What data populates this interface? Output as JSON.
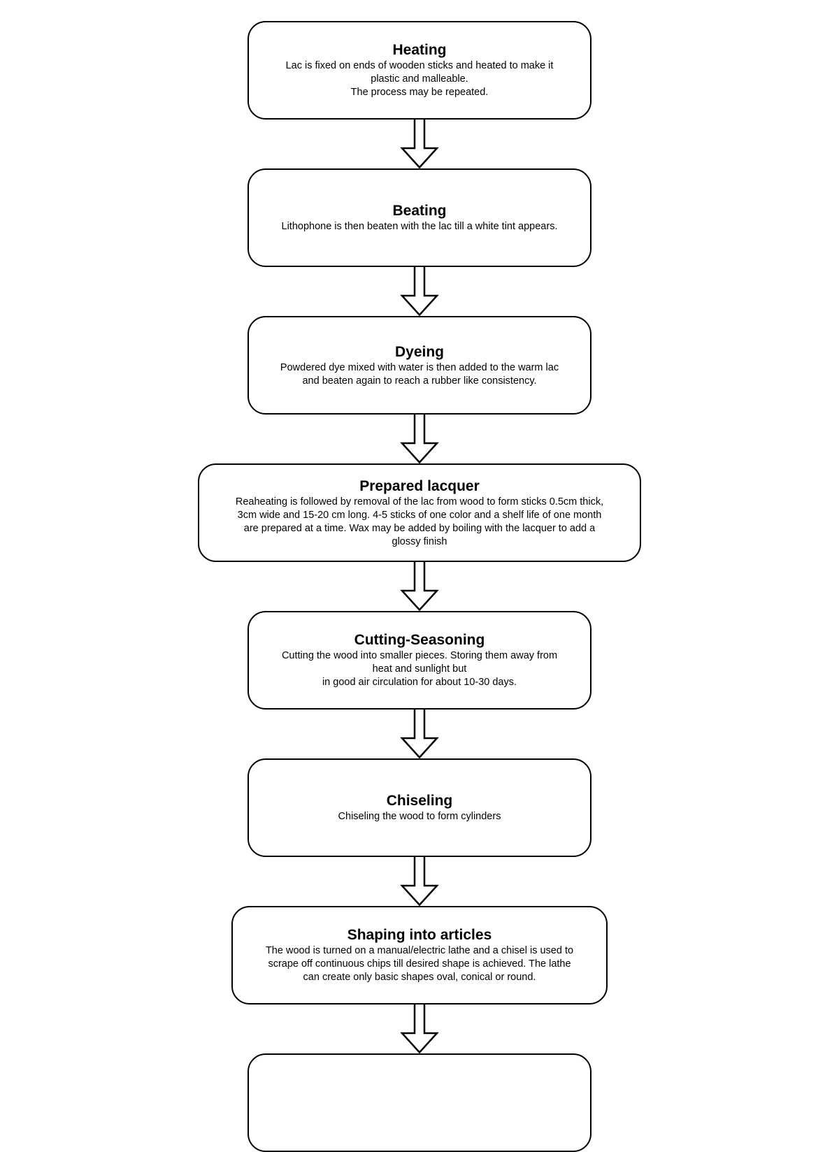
{
  "page": {
    "background_color": "#ffffff",
    "line_color": "#000000"
  },
  "flowchart": {
    "steps": [
      {
        "title": "Heating",
        "description": "Lac is fixed on ends of wooden sticks and heated to make it\nplastic and malleable.\nThe process may be repeated."
      },
      {
        "title": "Beating",
        "description": "Lithophone is then beaten with the lac till a white tint appears."
      },
      {
        "title": "Dyeing",
        "description": "Powdered dye mixed with water is then added to the warm lac\nand beaten again to reach a rubber like consistency."
      },
      {
        "title": "Prepared lacquer",
        "description": "Reaheating is followed by removal of the lac from wood to form sticks 0.5cm thick,\n3cm wide and 15-20 cm long. 4-5 sticks of one color and a shelf life of one month\nare prepared at a time. Wax may be added by boiling with the lacquer to add a\nglossy finish"
      },
      {
        "title": "Cutting-Seasoning",
        "description": "Cutting the wood into smaller pieces. Storing them away from\nheat and sunlight but\nin good air circulation for about 10-30 days."
      },
      {
        "title": "Chiseling",
        "description": "Chiseling the wood to form cylinders"
      },
      {
        "title": "Shaping into articles",
        "description": "The wood is turned on a manual/electric lathe and a chisel is used to\nscrape off continuous chips till desired shape is achieved. The lathe\ncan create only basic shapes oval, conical or round."
      },
      {
        "title": "",
        "description": ""
      }
    ]
  }
}
